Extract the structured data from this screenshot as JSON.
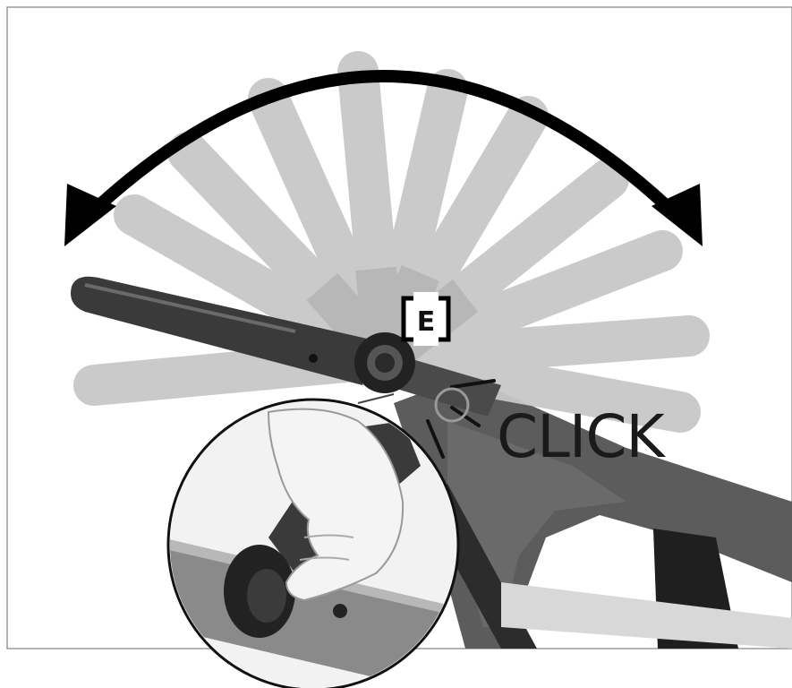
{
  "labels": {
    "marker": "E",
    "sound": "CLICK"
  },
  "colors": {
    "frame": "#5a5a5a",
    "ghost_bar": "#c9c9c9",
    "handle_dark": "#2e2e2e",
    "background": "#ffffff",
    "arrow": "#000000"
  },
  "icons": {
    "rotation": "double-headed-curved-arrow-icon",
    "detail": "magnified-hand-on-joint-detail"
  }
}
